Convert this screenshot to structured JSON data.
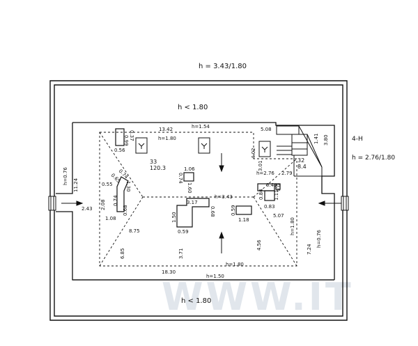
{
  "plan": {
    "title_height": "h = 3.43/1.80",
    "top_height": "h < 1.80",
    "bottom_height": "h < 1.80",
    "right_label": "4-H",
    "right_height": "h = 2.76/1.80",
    "ridge_heights": {
      "top": "h=1.54",
      "inner": "h=1.80",
      "center": "h=3.43",
      "stair": "h=2.76",
      "bottom_inner": "h=1.80",
      "bottom_outer": "h=1.50"
    },
    "side_heights": {
      "left": "h=0.76",
      "right_inner": "h=1.80",
      "right_outer": "h=0.76"
    },
    "dimensions": {
      "top_width": "13.42",
      "bottom_width": "18.30",
      "left_height": "11.24",
      "left_offset": "2.43",
      "left_depth": "8.75",
      "lower_left": "6.85",
      "center_lower": "3.71",
      "right_lower": "4.56",
      "right_depth": "5.07",
      "right_span": "7.24",
      "stair_top": "5.08",
      "stair_side": "1.41",
      "stair_right": "3.80",
      "stair_left": "4.02",
      "stair_small": "2.79",
      "stair_post": "3.01"
    },
    "room": {
      "number": "33",
      "area": "120.3"
    },
    "stair_room": {
      "number": "32",
      "area": "8.4"
    },
    "chimney_labels": [
      "0.37",
      "0.56",
      "0.99",
      "1.06",
      "0.74",
      "1.60",
      "0.55",
      "0.65",
      "0.74",
      "1.30",
      "2.08",
      "0.74",
      "0.68",
      "1.08",
      "3.17",
      "1.50",
      "0.59",
      "0.68",
      "0.59",
      "1.18",
      "0.49",
      "0.84",
      "0.6",
      "1.11",
      "0.83"
    ]
  }
}
